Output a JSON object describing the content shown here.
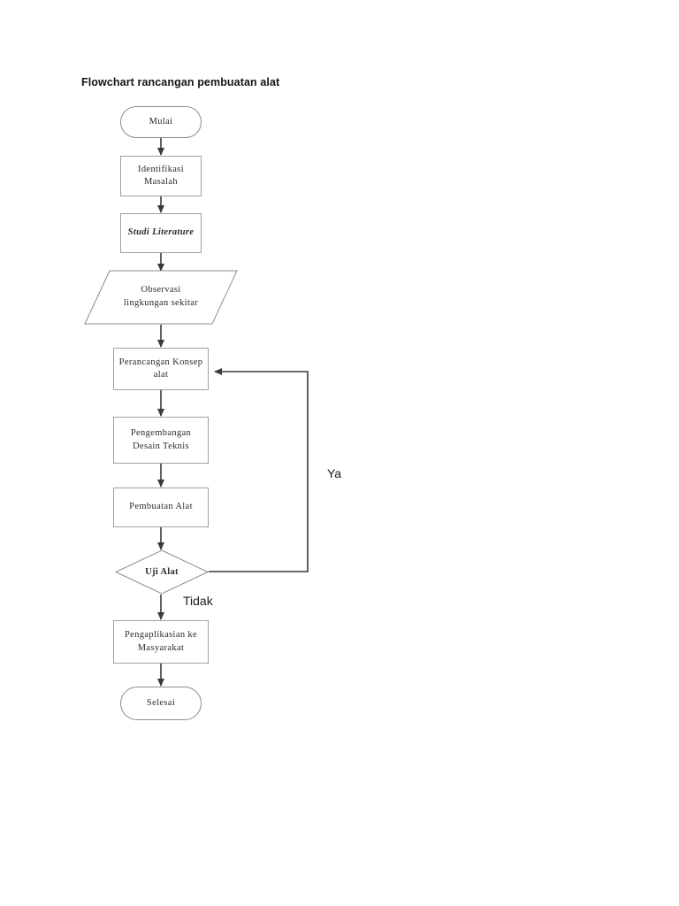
{
  "document": {
    "title": "Flowchart rancangan pembuatan alat",
    "background_color": "#ffffff",
    "text_color": "#2b2b2b",
    "line_color": "#3a3a3a"
  },
  "chart_data": {
    "type": "diagram",
    "diagram_kind": "flowchart",
    "title": "Flowchart rancangan pembuatan alat",
    "orientation": "top-to-bottom",
    "nodes": [
      {
        "id": "start",
        "shape": "terminator",
        "label": "Mulai"
      },
      {
        "id": "identifikasi",
        "shape": "process",
        "label": "Identifikasi\nMasalah",
        "line1": "Identifikasi",
        "line2": "Masalah"
      },
      {
        "id": "studi",
        "shape": "process",
        "label": "Studi Literature",
        "style": "italic"
      },
      {
        "id": "observasi",
        "shape": "parallelogram",
        "label": "Observasi\nlingkungan sekitar",
        "line1": "Observasi",
        "line2": "lingkungan sekitar"
      },
      {
        "id": "perancangan",
        "shape": "process",
        "label": "Perancangan Konsep\nalat",
        "line1": "Perancangan Konsep",
        "line2": "alat"
      },
      {
        "id": "pengembangan",
        "shape": "process",
        "label": "Pengembangan\nDesain Teknis",
        "line1": "Pengembangan",
        "line2": "Desain Teknis"
      },
      {
        "id": "pembuatan",
        "shape": "process",
        "label": "Pembuatan Alat"
      },
      {
        "id": "uji",
        "shape": "decision",
        "label": "Uji Alat"
      },
      {
        "id": "pengaplikasian",
        "shape": "process",
        "label": "Pengaplikasian ke\nMasyarakat",
        "line1": "Pengaplikasian ke",
        "line2": "Masyarakat"
      },
      {
        "id": "end",
        "shape": "terminator",
        "label": "Selesai"
      }
    ],
    "edges": [
      {
        "from": "start",
        "to": "identifikasi",
        "label": ""
      },
      {
        "from": "identifikasi",
        "to": "studi",
        "label": ""
      },
      {
        "from": "studi",
        "to": "observasi",
        "label": ""
      },
      {
        "from": "observasi",
        "to": "perancangan",
        "label": ""
      },
      {
        "from": "perancangan",
        "to": "pengembangan",
        "label": ""
      },
      {
        "from": "pengembangan",
        "to": "pembuatan",
        "label": ""
      },
      {
        "from": "pembuatan",
        "to": "uji",
        "label": ""
      },
      {
        "from": "uji",
        "to": "perancangan",
        "label": "Ya",
        "route": "right-loop-up"
      },
      {
        "from": "uji",
        "to": "pengaplikasian",
        "label": "Tidak",
        "route": "down"
      },
      {
        "from": "pengaplikasian",
        "to": "end",
        "label": ""
      }
    ],
    "branch_labels": {
      "yes": "Ya",
      "no": "Tidak"
    }
  },
  "nodes": {
    "start": {
      "label": "Mulai"
    },
    "identifikasi": {
      "line1": "Identifikasi",
      "line2": "Masalah"
    },
    "studi": {
      "label": "Studi Literature"
    },
    "observasi": {
      "line1": "Observasi",
      "line2": "lingkungan sekitar"
    },
    "perancangan": {
      "line1": "Perancangan Konsep",
      "line2": "alat"
    },
    "pengembangan": {
      "line1": "Pengembangan",
      "line2": "Desain Teknis"
    },
    "pembuatan": {
      "label": "Pembuatan Alat"
    },
    "uji": {
      "label": "Uji Alat"
    },
    "pengaplikasian": {
      "line1": "Pengaplikasian ke",
      "line2": "Masyarakat"
    },
    "end": {
      "label": "Selesai"
    }
  },
  "labels": {
    "yes": "Ya",
    "no": "Tidak"
  }
}
